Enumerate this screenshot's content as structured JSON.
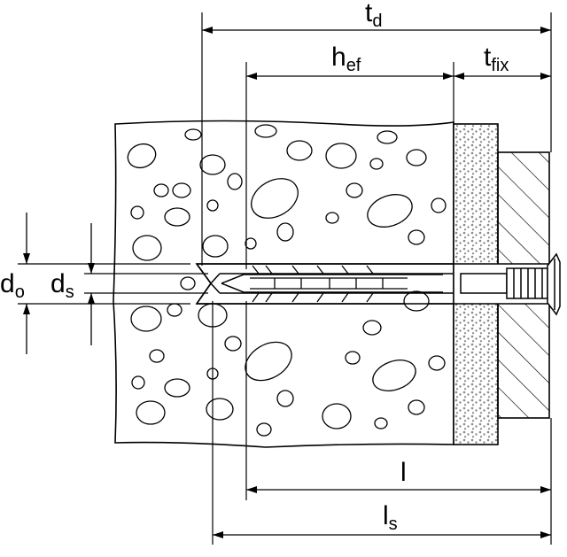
{
  "labels": {
    "td": {
      "main": "t",
      "sub": "d"
    },
    "hef": {
      "main": "h",
      "sub": "ef"
    },
    "tfix": {
      "main": "t",
      "sub": "fix"
    },
    "do": {
      "main": "d",
      "sub": "o"
    },
    "ds": {
      "main": "d",
      "sub": "s"
    },
    "l": {
      "main": "l"
    },
    "ls": {
      "main": "l",
      "sub": "s"
    }
  },
  "colors": {
    "line": "#000000",
    "background": "#ffffff",
    "speckle": "#8a8a8a"
  }
}
